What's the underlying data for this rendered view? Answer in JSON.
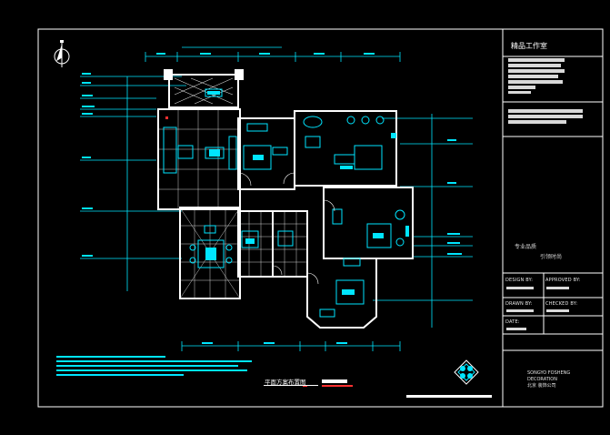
{
  "sheet": {
    "studio_name": "精品工作室",
    "drawing_title": "平面方案布置图",
    "slogan_line1": "专业品质",
    "slogan_line2": "引领时尚",
    "fields": {
      "design_by": "DESIGN BY:",
      "approved_by": "APPROVED BY:",
      "drawn_by": "DRAWN BY:",
      "checked_by": "CHECKED BY:",
      "date": "DATE:"
    },
    "brand_line1": "SONGYO FOSHENG",
    "brand_line2": "DECORATION",
    "brand_line3": "北京 装饰公司"
  },
  "colors": {
    "background": "#000000",
    "frame": "#ffffff",
    "walls": "#ffffff",
    "furniture": "#00e5ff",
    "dimension": "#00e5ff",
    "accent_red": "#ff3030",
    "floor_grid": "#ffffff"
  },
  "icons": {
    "north_arrow": "north-arrow-icon",
    "compass_rose": "compass-rose-icon"
  }
}
